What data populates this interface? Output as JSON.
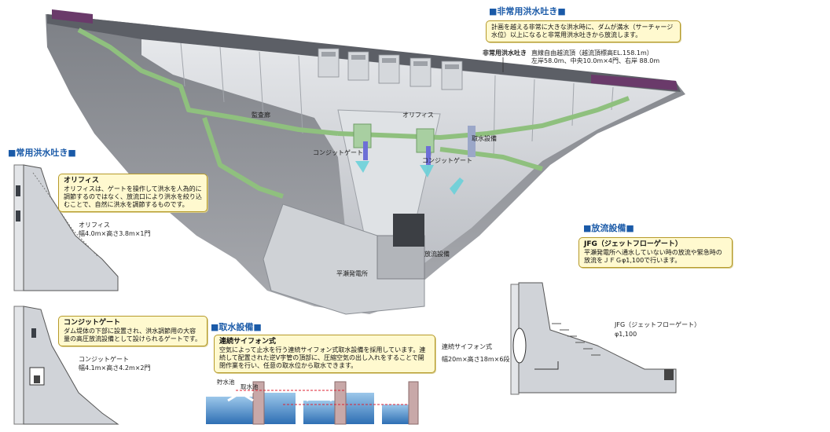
{
  "emergency": {
    "title": "■非常用洪水吐き■",
    "note": "計画を越える非常に大きな洪水時に、ダムが満水（サーチャージ水位）以上になると非常用洪水吐きから放流します。",
    "label": "非常用洪水吐き",
    "spec_line1": "直線自由越流頂（越流頂標高EL.158.1m）",
    "spec_line2": "左岸58.0m、中央10.0m×4門、右岸 88.0m"
  },
  "main_labels": {
    "inspection_gallery": "監査廊",
    "orifice": "オリフィス",
    "intake": "取水設備",
    "conduit_gate_left": "コンジットゲート",
    "conduit_gate_right": "コンジットゲート",
    "outlet_facility": "放流設備",
    "power_station": "平瀬発電所"
  },
  "regular": {
    "title": "■常用洪水吐き■",
    "orifice_head": "オリフィス",
    "orifice_text": "オリフィスは、ゲートを操作して洪水を人為的に調節するのではなく、放流口により洪水を絞り込むことで、自然に洪水を調節するものです。",
    "orifice_spec_name": "オリフィス",
    "orifice_spec": "幅4.0m×高さ3.8m×1門",
    "conduit_head": "コンジットゲート",
    "conduit_text": "ダム堤体の下部に設置され、洪水調節用の大容量の高圧放流設備として設けられるゲートです。",
    "conduit_spec_name": "コンジットゲート",
    "conduit_spec": "幅4.1m×高さ4.2m×2門"
  },
  "intake": {
    "title": "■取水設備■",
    "head": "連続サイフォン式",
    "text": "空気によって止水を行う連続サイフォン式取水設備を採用しています。連続して配置された逆V字管の頂部に、圧縮空気の出し入れをすることで開閉作業を行い、任意の取水位から取水できます。",
    "spec_name": "連続サイフォン式",
    "spec": "幅20m×高さ18m×6段",
    "tag_a": "貯水池",
    "tag_b": "取水池"
  },
  "discharge": {
    "title": "■放流設備■",
    "head": "JFG（ジェットフローゲート）",
    "text": "平瀬発電所へ通水していない時の放流や緊急時の放流をＪＦＧφ1,100で行います。",
    "spec_name": "JFG（ジェットフローゲート）",
    "spec": "φ1,100"
  },
  "colors": {
    "title_blue": "#1a5aa8",
    "note_bg": "#fff9cf",
    "pipe_green": "#8fc07e",
    "concrete": "#c9ccd1",
    "rock": "#8e9095",
    "water": "#4f8fcf"
  }
}
